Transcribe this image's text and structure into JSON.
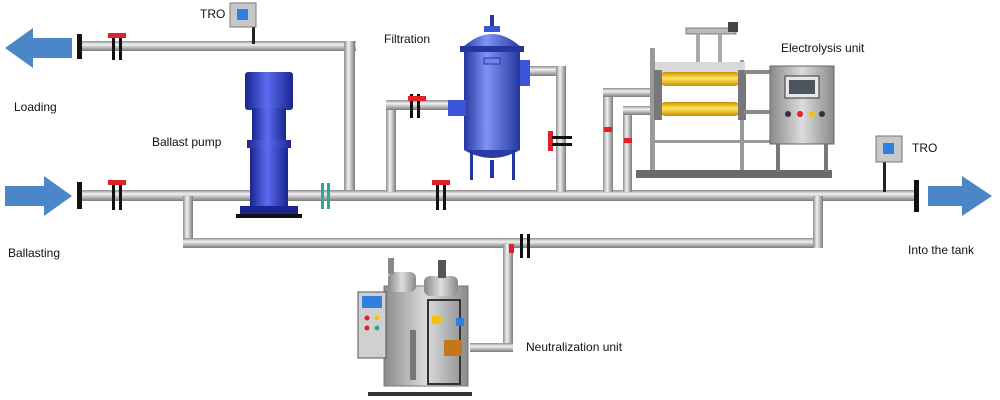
{
  "labels": {
    "tro_top": "TRO",
    "filtration": "Filtration",
    "electrolysis_unit": "Electrolysis unit",
    "loading": "Loading",
    "ballast_pump": "Ballast pump",
    "tro_right": "TRO",
    "ballasting": "Ballasting",
    "into_the_tank": "Into the tank",
    "neutralization_unit": "Neutralization unit"
  },
  "colors": {
    "arrow": "#4a86c8",
    "pipe": "#b8b8b8",
    "valve_red": "#e0212b",
    "flange": "#111111",
    "pump_blue": "#2d3fd0",
    "filter_blue": "#3a55d8",
    "electrode_yellow": "#f2c20a",
    "teal_coupling": "#2aa89a"
  },
  "icons": {
    "flow_arrow": "flow-arrow-icon",
    "tro_sensor": "tro-sensor-icon"
  }
}
